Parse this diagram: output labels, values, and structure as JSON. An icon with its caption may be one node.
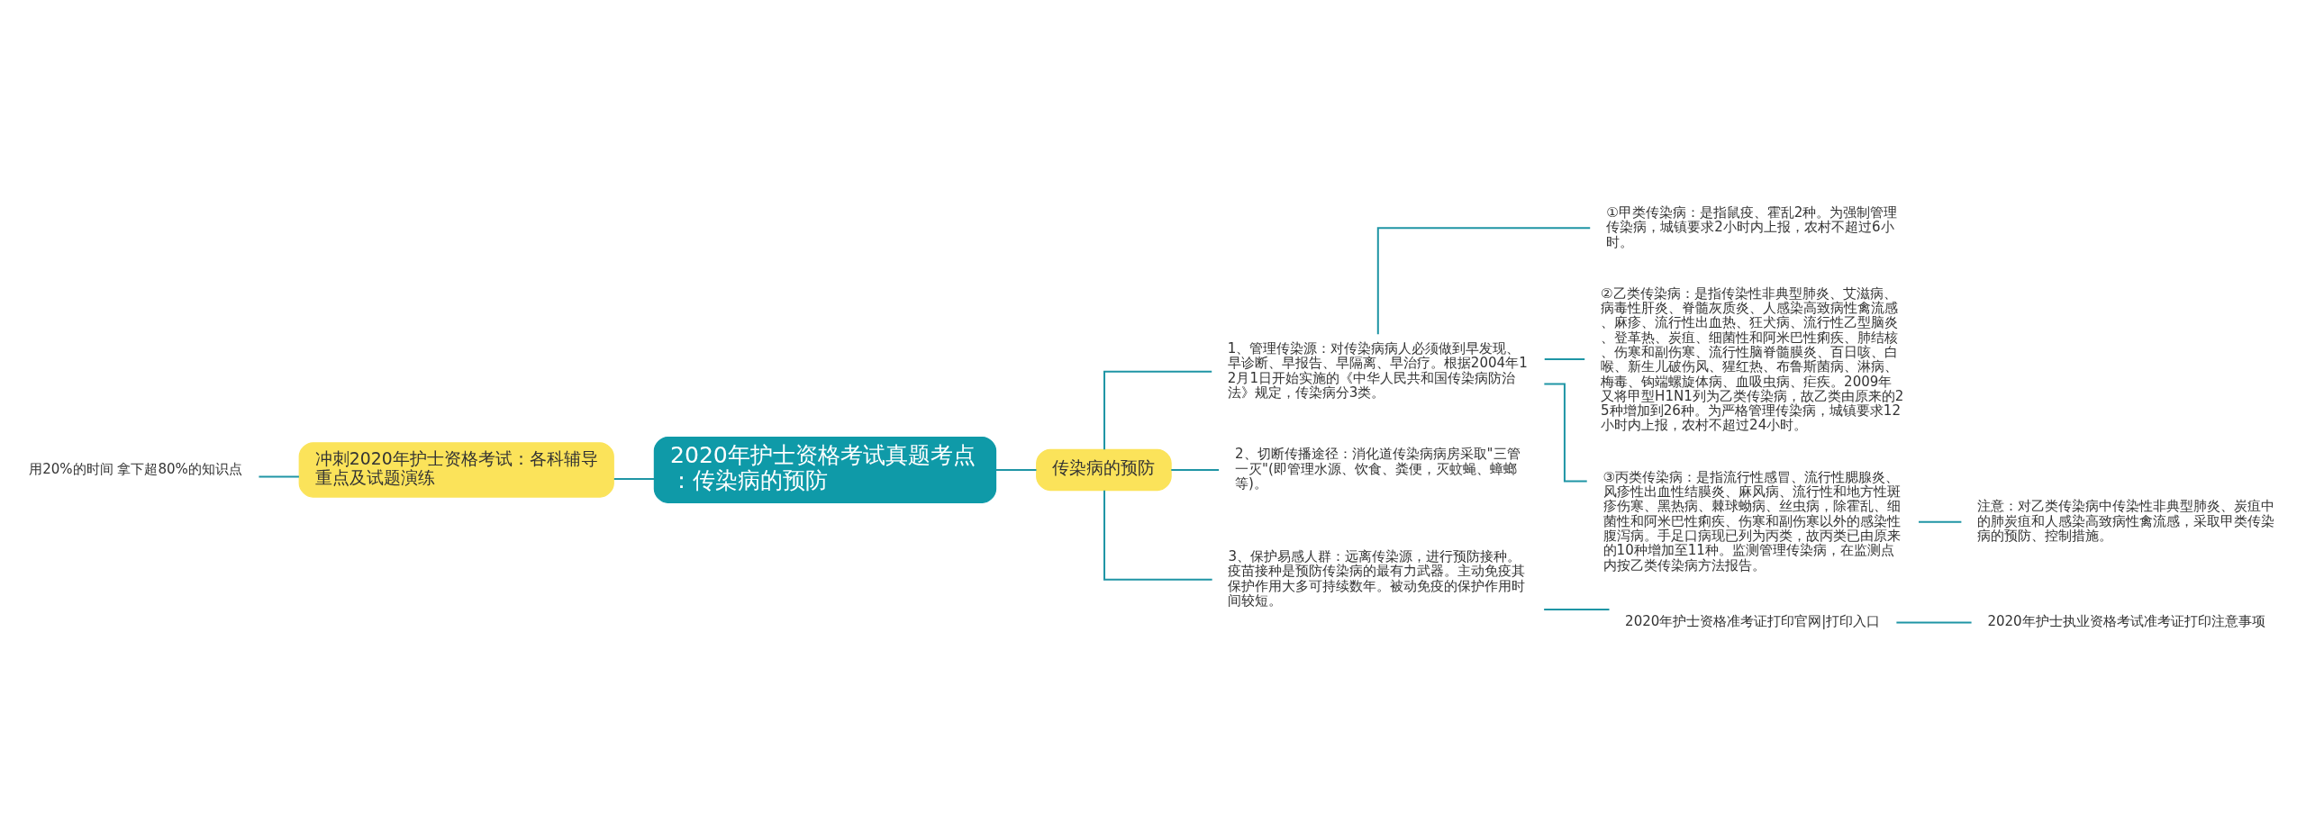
{
  "diagram": {
    "nodes": [
      {
        "text": [
          "2020年护士资格考试真题考点：传染病的预防"
        ]
      },
      {
        "text": [
          "冲刺2020年护士资格考试：各科辅导重点及试题演练"
        ]
      },
      {
        "text": [
          "用20%的时间 拿下超80%的知识点"
        ]
      },
      {
        "text": [
          "传染病的预防"
        ]
      },
      {
        "text": [
          "1、管理传染源：对传染病病人必须做到早发现、早诊断、早报告、早隔离、早治疗。根据2004年12月1日开始实施的《中华人民共和国传染病防治法》规定，传染病分3类。"
        ]
      },
      {
        "text": [
          "①甲类传染病：是指鼠疫、霍乱2种。为强制管理传染病，城镇要求2小时内上报，农村不超过6小时。"
        ]
      },
      {
        "text": [
          "②乙类传染病：是指传染性非典型肺炎、艾滋病、病毒性肝炎、脊髓灰质炎、人感染高致病性禽流感、麻疹、流行性出血热、狂犬病、流行性乙型脑炎、登革热、炭疽、细菌性和阿米巴性痢疾、肺结核、伤寒和副伤寒、流行性脑脊髓膜炎、百日咳、白喉、新生儿破伤风、猩红热、布鲁斯菌病、淋病、梅毒、钩端螺旋体病、血吸虫病、疟疾。2009年又将甲型H1N1列为乙类传染病，故乙类由原来的25种增加到26种。为严格管理传染病，城镇要求12小时内上报，农村不超过24小时。"
        ]
      },
      {
        "text": [
          "③丙类传染病：是指流行性感冒、流行性腮腺炎、风疹性出血性结膜炎、麻风病、流行性和地方性斑疹伤寒、黑热病、棘球蚴病、丝虫病，除霍乱、细菌性和阿米巴性痢疾、伤寒和副伤寒以外的感染性腹泻病。手足口病现已列为丙类，故丙类已由原来的10种增加至11种。监测管理传染病，在监测点内按乙类传染病方法报告。"
        ]
      },
      {
        "text": [
          "注意：对乙类传染病中传染性非典型肺炎、炭疽中的肺炭疽和人感染高致病性禽流感，采取甲类传染病的预防、控制措施。"
        ]
      },
      {
        "text": [
          "2、切断传播途径：消化道传染病病房采取\"三管一灭\"(即管理水源、饮食、粪便，灭蚊蝇、蟑螂等)。"
        ]
      },
      {
        "text": [
          "3、保护易感人群：远离传染源，进行预防接种。疫苗接种是预防传染病的最有力武器。主动免疫其保护作用大多可持续数年。被动免疫的保护作用时间较短。"
        ]
      },
      {
        "text": [
          "2020年护士资格准考证打印官网|打印入口"
        ]
      },
      {
        "text": [
          "2020年护士执业资格考试准考证打印注意事项"
        ]
      }
    ],
    "edges": [
      {
        "from": 0,
        "to": 1,
        "arrow": "none"
      },
      {
        "from": 1,
        "to": 2,
        "arrow": "none"
      },
      {
        "from": 0,
        "to": 3,
        "arrow": "none"
      },
      {
        "from": 3,
        "to": 4,
        "arrow": "none"
      },
      {
        "from": 4,
        "to": 5,
        "arrow": "none"
      },
      {
        "from": 4,
        "to": 6,
        "arrow": "none"
      },
      {
        "from": 4,
        "to": 7,
        "arrow": "none"
      },
      {
        "from": 7,
        "to": 8,
        "arrow": "none"
      },
      {
        "from": 3,
        "to": 9,
        "arrow": "none"
      },
      {
        "from": 3,
        "to": 10,
        "arrow": "none"
      },
      {
        "from": 10,
        "to": 11,
        "arrow": "none"
      },
      {
        "from": 11,
        "to": 12,
        "arrow": "none"
      }
    ]
  }
}
